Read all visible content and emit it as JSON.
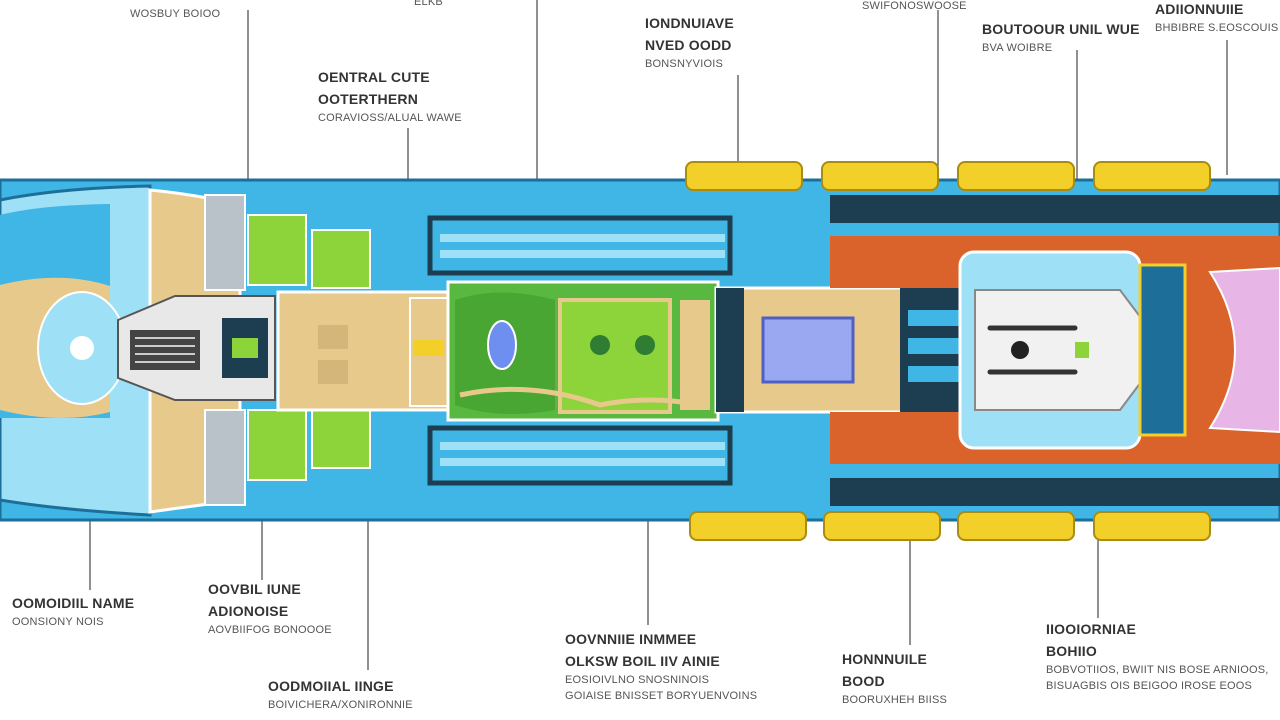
{
  "colors": {
    "water": "#3fb6e6",
    "water_light": "#9ee0f5",
    "hull_outline": "#1d6f99",
    "sand": "#e6c98b",
    "park_green": "#59b840",
    "lawn": "#8dd43a",
    "pool": "#6f8ff0",
    "deck_orange": "#d9632b",
    "lifeboat": "#f3cf2a",
    "sail_pink": "#e8b6e6",
    "leader_line": "#555555"
  },
  "labels": {
    "top_far_left": {
      "title": "",
      "sub": "WOSBUY BOIOO"
    },
    "top_center_left": {
      "title": "",
      "sub": "ELKB"
    },
    "central_park": {
      "title": "OENTRAL CUTE\nOOTERTHERN",
      "sub": "CORAVIOSS/ALUAL WAWE"
    },
    "top_middle": {
      "title": "IONDNUIAVE\nNVED OODD",
      "sub": "BONSNYVIOIS"
    },
    "top_right_a": {
      "title": "",
      "sub": "SWIFONOSWOOSE"
    },
    "top_right_b": {
      "title": "BOUTOOUR UNIL WUE",
      "sub": "BVA WOIBRE"
    },
    "top_far_right": {
      "title": "ADIIONNUIIE",
      "sub": "BHBIBRE S.EOSCOUIS"
    },
    "bottom_far_left": {
      "title": "OOMOIDIIL NAME",
      "sub": "OONSIONY NOIS"
    },
    "bottom_left": {
      "title": "OOVBIL IUNE\nADIONOISE",
      "sub": "AOVBIIFOG BONOOOE"
    },
    "bottom_center_left": {
      "title": "OODMOIIAL IINGE",
      "sub": "BOIVICHERA/XONIRONNIE"
    },
    "bottom_center": {
      "title": "OOVNNIIE INMMEE\nOLKSW BOIL IIV AINIE",
      "sub": "EOSIOIVLNO SNOSNINOIS\nGOIAISE BNISSET BORYUENVOINS"
    },
    "bottom_right_center": {
      "title": "HONNNUILE\nBOOD",
      "sub": "BOORUXHEH BIISS"
    },
    "bottom_right": {
      "title": "IIOOIORNIAE\nBOHIIO",
      "sub": "BOBVOTIIOS, BWIIT NIS BOSE ARNIOOS,\nBISUAGBIS OIS BEIGOO IROSE EOOS"
    }
  }
}
